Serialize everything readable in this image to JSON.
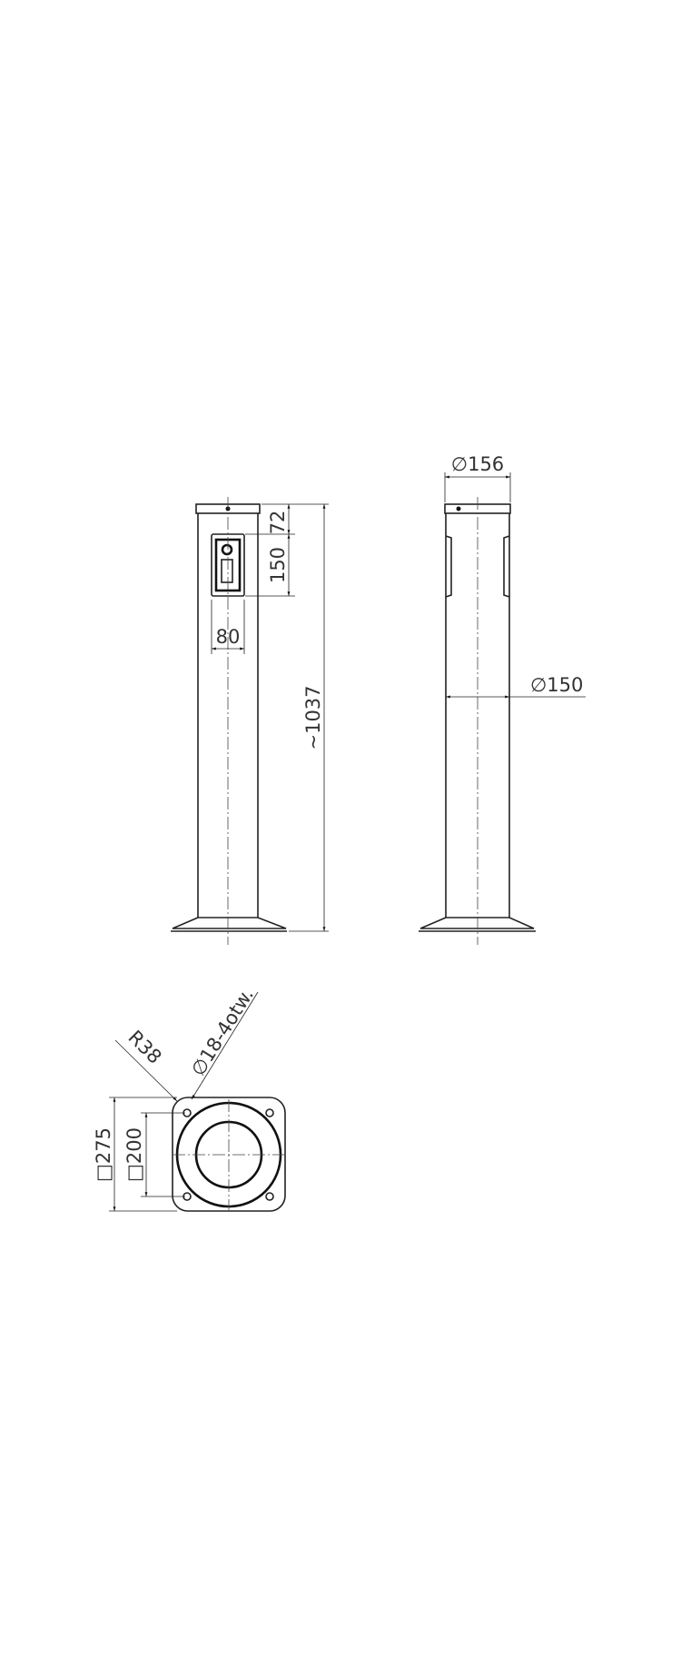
{
  "front_view": {
    "dim_top_offset": "72",
    "dim_socket_height": "150",
    "dim_socket_width": "80",
    "dim_total_height": "~1037"
  },
  "side_view": {
    "dim_cap_diameter": "∅156",
    "dim_pole_diameter": "∅150"
  },
  "base_view": {
    "dim_corner_radius": "R38",
    "dim_holes": "∅18-4otw.",
    "dim_plate_size": "□275",
    "dim_hole_spacing": "□200"
  }
}
